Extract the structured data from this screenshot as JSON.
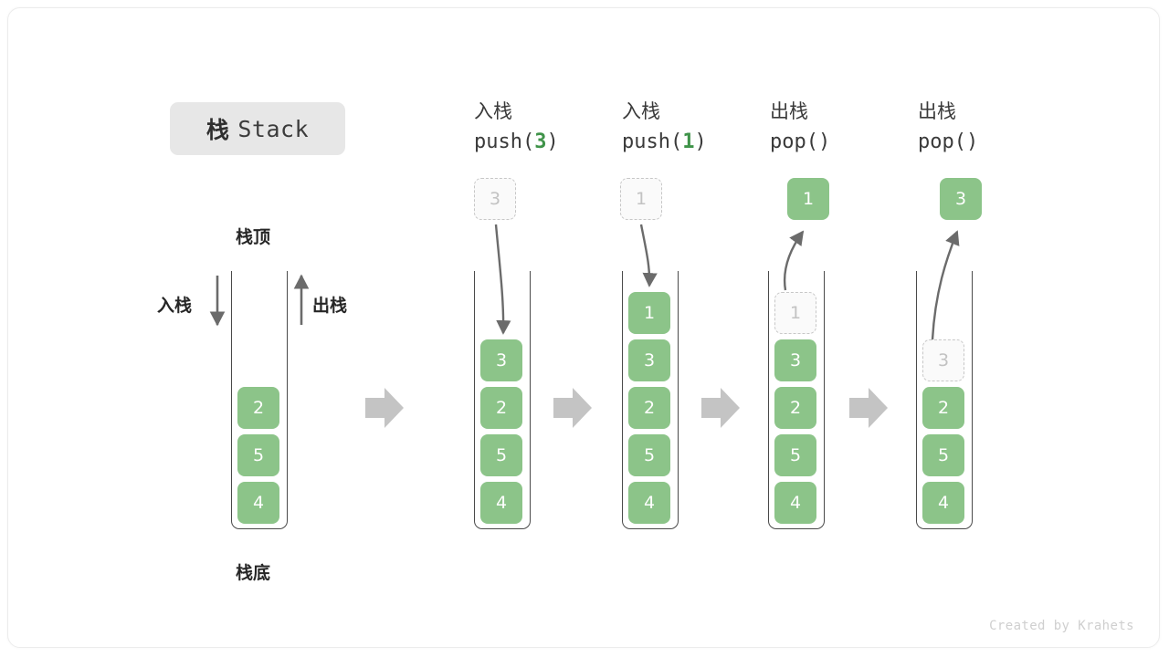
{
  "diagram": {
    "title_cn": "栈",
    "title_en": "Stack",
    "credit": "Created by Krahets",
    "colors": {
      "element_green": "#8cc489",
      "ghost_border": "#c7c7c7",
      "ghost_text": "#c2c2c2",
      "container_stroke": "#4a4a4a",
      "step_arrow": "#c4c4c4",
      "accent_text_green": "#3f9349"
    }
  },
  "legend": {
    "top_label": "栈顶",
    "bottom_label": "栈底",
    "push_label": "入栈",
    "pop_label": "出栈"
  },
  "stages": [
    {
      "id": "initial",
      "head_cn": "",
      "head_code": "",
      "cells": [
        "2",
        "5",
        "4"
      ],
      "ghost_index": -1,
      "float": null
    },
    {
      "id": "push-3",
      "head_cn": "入栈",
      "head_code_prefix": "push(",
      "head_code_arg": "3",
      "head_code_suffix": ")",
      "cells": [
        "3",
        "2",
        "5",
        "4"
      ],
      "ghost_index": -1,
      "float": {
        "value": "3",
        "style": "ghost"
      }
    },
    {
      "id": "push-1",
      "head_cn": "入栈",
      "head_code_prefix": "push(",
      "head_code_arg": "1",
      "head_code_suffix": ")",
      "cells": [
        "1",
        "3",
        "2",
        "5",
        "4"
      ],
      "ghost_index": -1,
      "float": {
        "value": "1",
        "style": "ghost"
      }
    },
    {
      "id": "pop-1",
      "head_cn": "出栈",
      "head_code_prefix": "pop(",
      "head_code_arg": "",
      "head_code_suffix": ")",
      "cells": [
        "1",
        "3",
        "2",
        "5",
        "4"
      ],
      "ghost_index": 0,
      "float": {
        "value": "1",
        "style": "solid"
      }
    },
    {
      "id": "pop-3",
      "head_cn": "出栈",
      "head_code_prefix": "pop(",
      "head_code_arg": "",
      "head_code_suffix": ")",
      "cells": [
        "3",
        "2",
        "5",
        "4"
      ],
      "ghost_index": 0,
      "float": {
        "value": "3",
        "style": "solid"
      }
    }
  ],
  "cell_values": {
    "s0": [
      "2",
      "5",
      "4"
    ],
    "s1": [
      "3",
      "2",
      "5",
      "4"
    ],
    "s2": [
      "1",
      "3",
      "2",
      "5",
      "4"
    ],
    "s3": [
      "1",
      "3",
      "2",
      "5",
      "4"
    ],
    "s4": [
      "3",
      "2",
      "5",
      "4"
    ]
  },
  "floats": {
    "f1": "3",
    "f2": "1",
    "f3": "1",
    "f4": "3"
  }
}
